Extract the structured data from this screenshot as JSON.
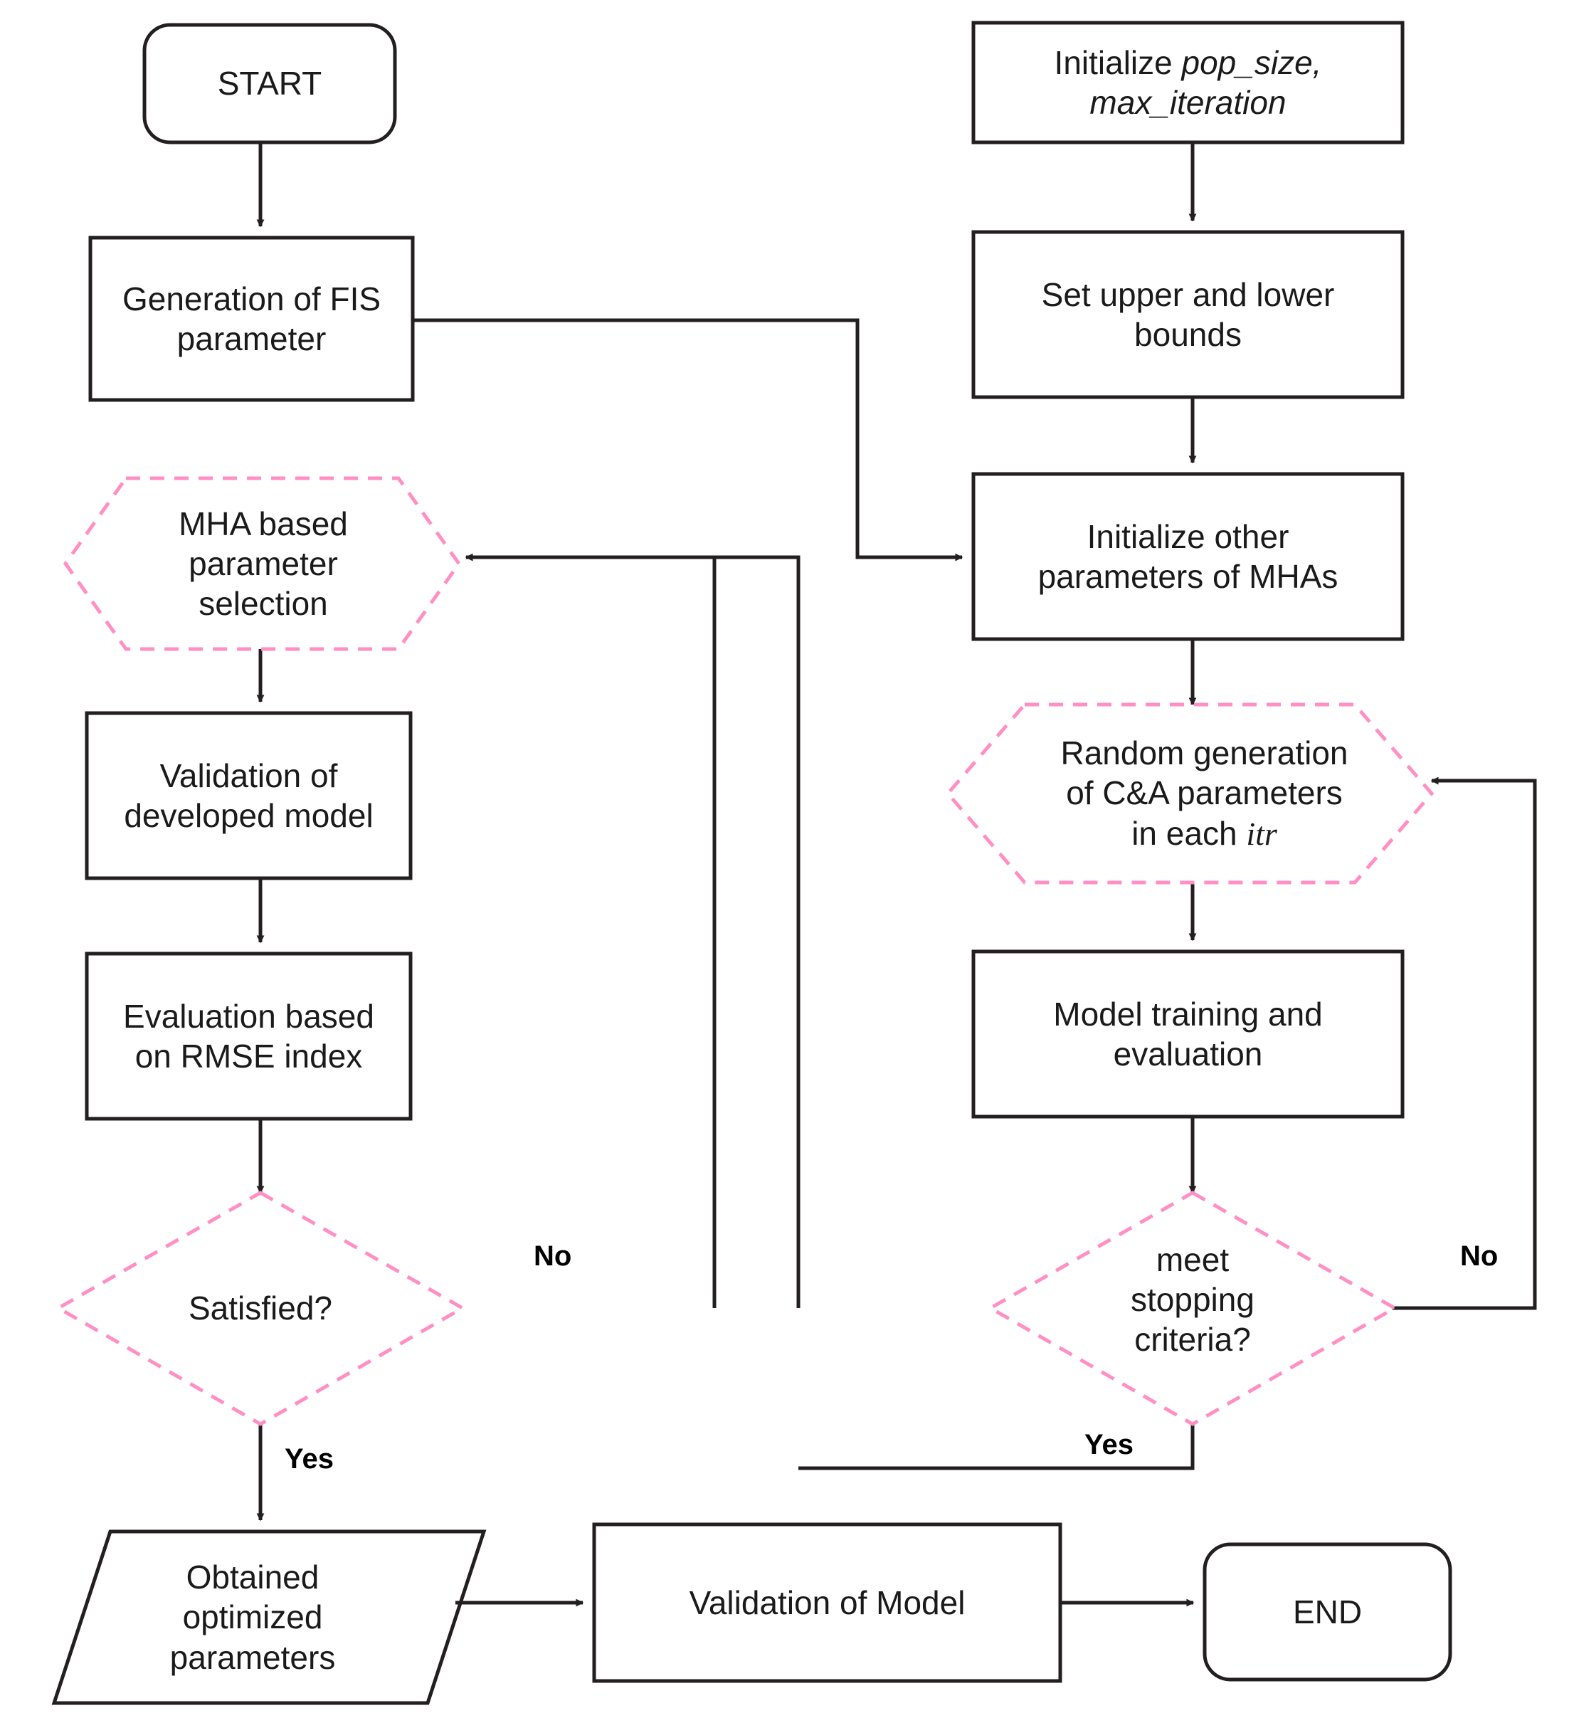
{
  "diagram": {
    "title": "MHA-based FIS parameter optimization flowchart",
    "colors": {
      "stroke_black": "#231f20",
      "stroke_pink": "#ff8fc4",
      "text": "#1a1a1a",
      "background": "#ffffff"
    },
    "nodes": [
      {
        "id": "start",
        "shape": "rounded-rect",
        "text": "START"
      },
      {
        "id": "gen_fis",
        "shape": "rect",
        "text": "Generation of FIS\nparameter"
      },
      {
        "id": "mha_select",
        "shape": "hexagon-dashed-pink",
        "text": "MHA based\nparameter\nselection"
      },
      {
        "id": "validate_dev",
        "shape": "rect",
        "text": "Validation of\ndeveloped model"
      },
      {
        "id": "eval_rmse",
        "shape": "rect",
        "text": "Evaluation based\non RMSE index"
      },
      {
        "id": "satisfied",
        "shape": "diamond-dashed-pink",
        "text": "Satisfied?"
      },
      {
        "id": "obtained",
        "shape": "parallelogram",
        "text": "Obtained\noptimized\nparameters"
      },
      {
        "id": "validate_mod",
        "shape": "rect",
        "text": "Validation of Model"
      },
      {
        "id": "end",
        "shape": "rounded-rect",
        "text": "END"
      },
      {
        "id": "init_pop",
        "shape": "rect",
        "text_prefix": "Initialize ",
        "text_italic": "pop_size,\nmax_iteration"
      },
      {
        "id": "set_bounds",
        "shape": "rect",
        "text": "Set upper and lower\nbounds"
      },
      {
        "id": "init_other",
        "shape": "rect",
        "text": "Initialize other\nparameters of MHAs"
      },
      {
        "id": "rand_gen",
        "shape": "hexagon-dashed-pink",
        "text_prefix": "Random generation\nof C&A parameters\nin each ",
        "text_math": "itr"
      },
      {
        "id": "model_train",
        "shape": "rect",
        "text": "Model training and\nevaluation"
      },
      {
        "id": "stop_crit",
        "shape": "diamond-dashed-pink",
        "text": "meet\nstopping\ncriteria?"
      }
    ],
    "edge_labels": {
      "satisfied_no": "No",
      "satisfied_yes": "Yes",
      "stop_no": "No",
      "stop_yes": "Yes"
    },
    "edges": [
      {
        "from": "start",
        "to": "gen_fis",
        "label": ""
      },
      {
        "from": "gen_fis",
        "to": "init_other",
        "label": ""
      },
      {
        "from": "mha_select",
        "to": "validate_dev",
        "label": ""
      },
      {
        "from": "validate_dev",
        "to": "eval_rmse",
        "label": ""
      },
      {
        "from": "eval_rmse",
        "to": "satisfied",
        "label": ""
      },
      {
        "from": "satisfied",
        "to": "mha_select",
        "label": "No"
      },
      {
        "from": "satisfied",
        "to": "obtained",
        "label": "Yes"
      },
      {
        "from": "obtained",
        "to": "validate_mod",
        "label": ""
      },
      {
        "from": "validate_mod",
        "to": "end",
        "label": ""
      },
      {
        "from": "init_pop",
        "to": "set_bounds",
        "label": ""
      },
      {
        "from": "set_bounds",
        "to": "init_other",
        "label": ""
      },
      {
        "from": "init_other",
        "to": "rand_gen",
        "label": ""
      },
      {
        "from": "rand_gen",
        "to": "model_train",
        "label": ""
      },
      {
        "from": "model_train",
        "to": "stop_crit",
        "label": ""
      },
      {
        "from": "stop_crit",
        "to": "rand_gen",
        "label": "No"
      },
      {
        "from": "stop_crit",
        "to": "mha_select",
        "label": "Yes"
      }
    ]
  }
}
